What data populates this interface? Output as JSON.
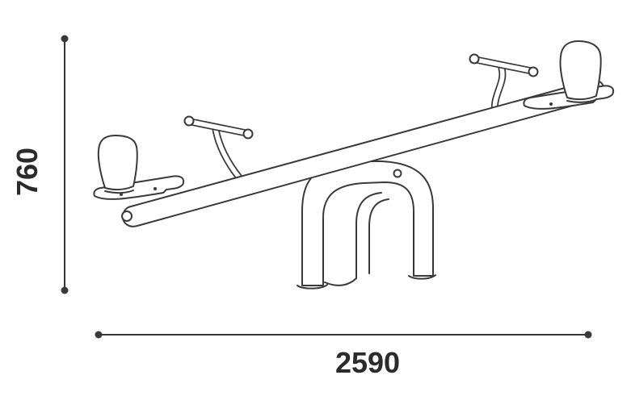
{
  "figure": {
    "name": "seesaw-side-view-line-drawing",
    "stroke_color": "#3a3a3a",
    "text_color": "#2b2b2b",
    "background": "#ffffff"
  },
  "dimensions": {
    "height_label": "760",
    "width_label": "2590"
  }
}
